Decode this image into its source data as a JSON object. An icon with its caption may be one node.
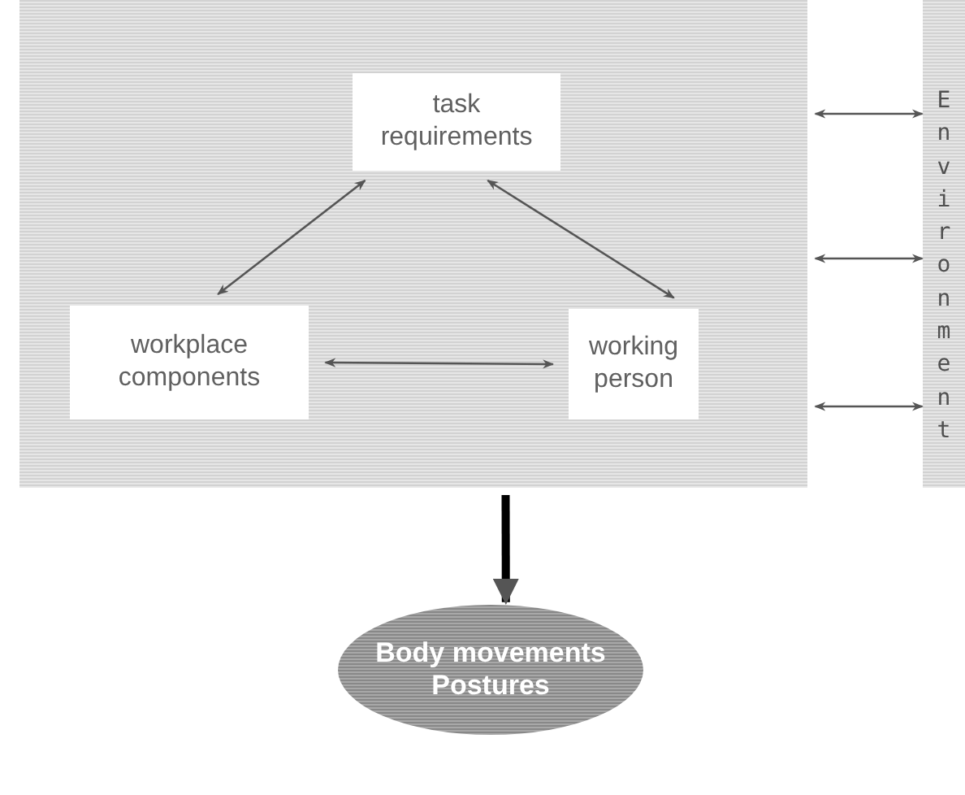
{
  "diagram": {
    "nodes": [
      {
        "text": [],
        "shape": "box"
      },
      {
        "text": [
          "task requirements"
        ],
        "in": 0
      },
      {
        "text": [
          "workplace components"
        ],
        "in": 0
      },
      {
        "text": [
          "working person"
        ],
        "in": 0
      },
      {
        "text": [
          "Environment"
        ]
      },
      {
        "text": [
          "Body movements",
          "Postures"
        ]
      }
    ],
    "edges": [
      {
        "from": 1,
        "to": 2,
        "arrow": "both"
      },
      {
        "from": 1,
        "to": 3,
        "arrow": "both"
      },
      {
        "from": 2,
        "to": 3,
        "arrow": "both"
      },
      {
        "from": 0,
        "to": 4,
        "arrow": "both"
      },
      {
        "from": 0,
        "to": 4,
        "arrow": "both"
      },
      {
        "from": 0,
        "to": 4,
        "arrow": "both"
      },
      {
        "from": 0,
        "to": 5,
        "arrow": "to",
        "style": "thick",
        "color": "#000000"
      }
    ]
  }
}
